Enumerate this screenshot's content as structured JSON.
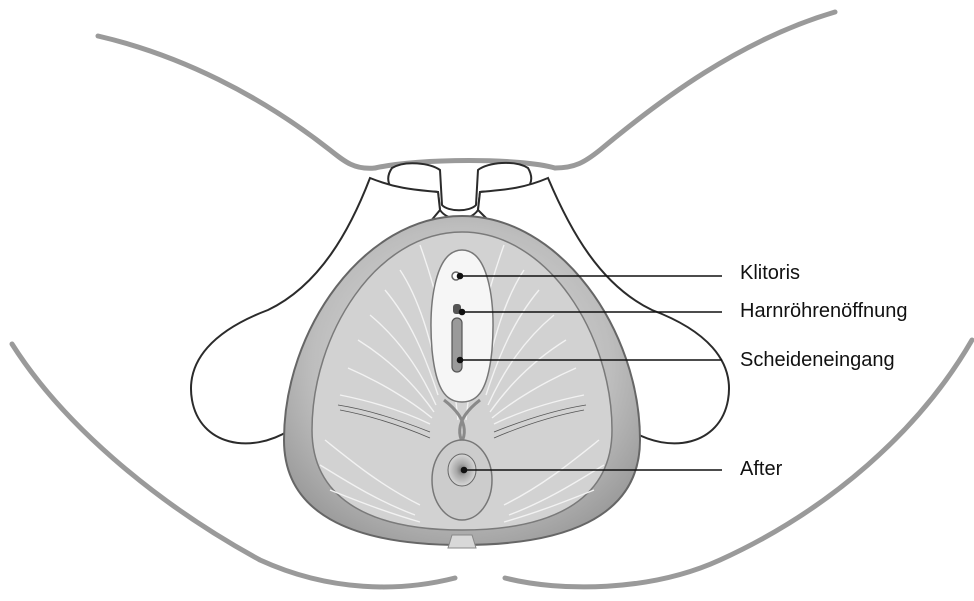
{
  "labels": {
    "clitoris": "Klitoris",
    "urethral_opening": "Harnröhrenöffnung",
    "vaginal_opening": "Scheideneingang",
    "anus": "After"
  },
  "colors": {
    "outline": "#666666",
    "thigh_outline": "#9a9a9a",
    "muscle_fill": "#cfcfcf",
    "rim_fill": "#a9a9a9",
    "leader_line": "#111111"
  }
}
